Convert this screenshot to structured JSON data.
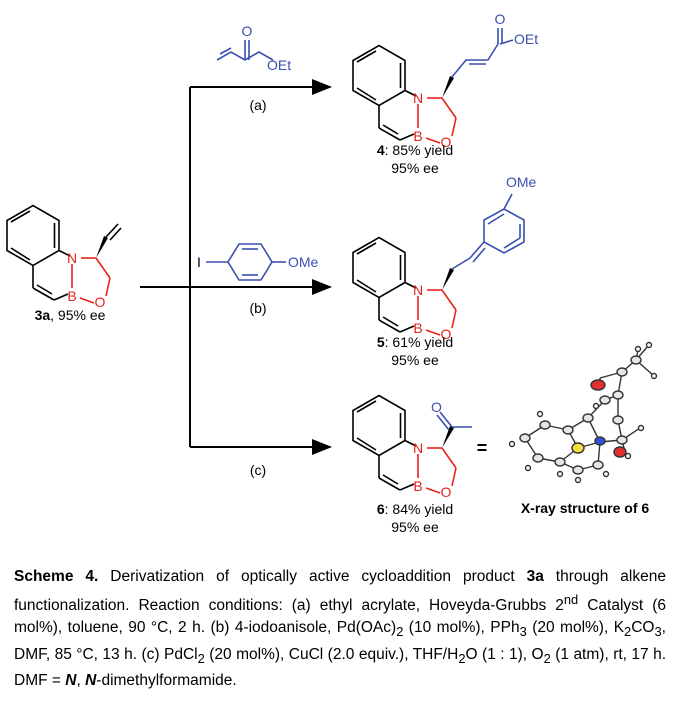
{
  "reagents": {
    "a": {
      "label": "(a)",
      "ester_o": "O",
      "ester_oet": "OEt"
    },
    "b": {
      "label": "(b)",
      "iodo": "I",
      "ome": "OMe"
    },
    "c": {
      "label": "(c)"
    }
  },
  "compounds": {
    "start": {
      "number": "3a",
      "suffix": ", 95% ee"
    },
    "p4": {
      "number": "4",
      "yield": ": 85% yield",
      "ee": "95% ee",
      "o": "O",
      "oet": "OEt"
    },
    "p5": {
      "number": "5",
      "yield": ": 61% yield",
      "ee": "95% ee",
      "ome": "OMe"
    },
    "p6": {
      "number": "6",
      "yield": ": 84% yield",
      "ee": "95% ee",
      "o": "O"
    }
  },
  "atoms": {
    "N": "N",
    "B": "B",
    "O": "O"
  },
  "equals": "=",
  "xray_label": "X-ray structure of 6",
  "caption": {
    "label": "Scheme 4.",
    "text_1": " Derivatization of optically active cycloaddition product ",
    "bold_3a": "3a",
    "text_2": " through alkene functionalization. Reaction conditions: (a) ethyl acrylate, Hoveyda-Grubbs 2",
    "sup": "nd",
    "text_3": " Catalyst (6 mol%), toluene, 90 °C, 2 h. (b) 4-iodoanisole, Pd(OAc)",
    "sub_2a": "2",
    "text_4": " (10 mol%), PPh",
    "sub_3": "3",
    "text_5": " (20 mol%), K",
    "sub_2b": "2",
    "text_6": "CO",
    "sub_3b": "3",
    "text_7": ", DMF, 85 °C, 13 h. (c) PdCl",
    "sub_2c": "2",
    "text_8": " (20 mol%), CuCl (2.0 equiv.), THF/H",
    "sub_2d": "2",
    "text_9": "O (1 : 1), O",
    "sub_2e": "2",
    "text_10": " (1 atm), rt, 17 h. DMF = ",
    "ital_n1": "N",
    "text_11": ", ",
    "ital_n2": "N",
    "text_12": "-dimethylformamide."
  },
  "colors": {
    "ring_red": "#e8231c",
    "reagent_blue": "#3a4fb0",
    "bond": "#000000"
  }
}
